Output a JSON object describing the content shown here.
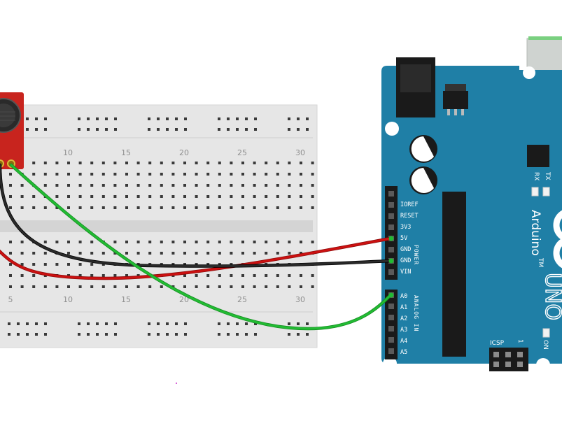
{
  "breadboard": {
    "column_numbers_top": [
      "10",
      "15",
      "20",
      "25",
      "30"
    ],
    "column_numbers_bottom": [
      "5",
      "10",
      "15",
      "20",
      "25",
      "30"
    ]
  },
  "arduino": {
    "brand": "Arduino",
    "trademark": "TM",
    "model": "UNO",
    "power_pins": [
      "IOREF",
      "RESET",
      "3V3",
      "5V",
      "GND",
      "GND",
      "VIN"
    ],
    "power_label": "POWER",
    "analog_pins": [
      "A0",
      "A1",
      "A2",
      "A3",
      "A4",
      "A5"
    ],
    "analog_label": "ANALOG IN",
    "led_tx": "TX",
    "led_rx": "RX",
    "led_on": "ON",
    "icsp": "ICSP",
    "icsp_pin1": "1"
  },
  "colors": {
    "board": "#1f7fa6",
    "breadboard": "#e6e6e6",
    "wire_red": "#cc1111",
    "wire_black": "#1a1a1a",
    "wire_green": "#22bb33",
    "sensor": "#c8241e"
  }
}
